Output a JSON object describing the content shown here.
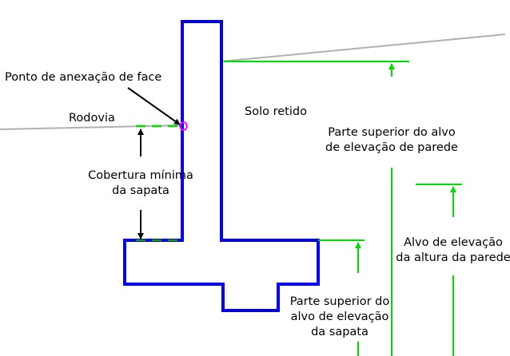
{
  "labels": {
    "face_point": "Ponto de anexação de face",
    "road": "Rodovia",
    "retained_soil": "Solo retido",
    "wall_top_line1": "Parte superior do alvo",
    "wall_top_line2": "de elevação de parede",
    "min_cover_line1": "Cobertura mínima",
    "min_cover_line2": "da sapata",
    "wall_height_line1": "Alvo de elevação",
    "wall_height_line2": "da altura da parede",
    "footing_top_line1": "Parte superior do",
    "footing_top_line2": "alvo de elevação",
    "footing_top_line3": "da sapata"
  },
  "colors": {
    "wall": "#0000ee",
    "target": "#00dd00",
    "ground": "#b0b0b0",
    "attach_point": "#ff00ff"
  }
}
